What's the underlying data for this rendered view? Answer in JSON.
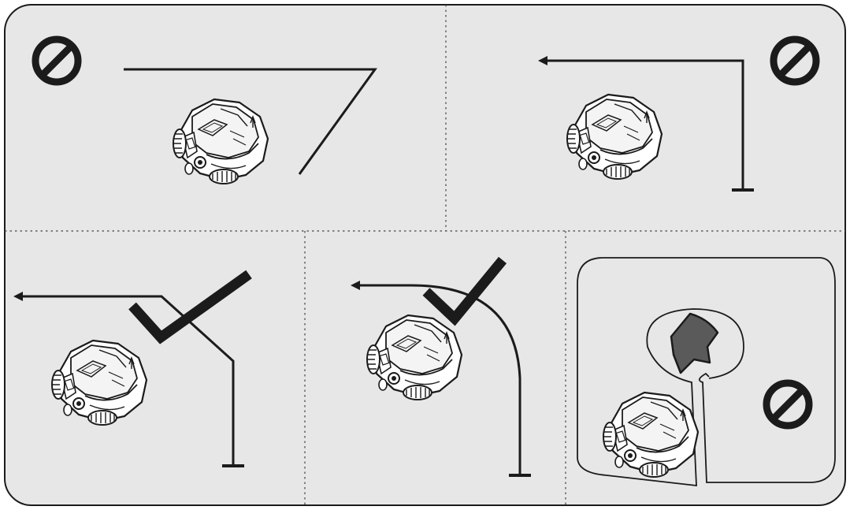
{
  "colors": {
    "page_background": "#ffffff",
    "panel_fill": "#e7e7e8",
    "ink": "#1b1b1b",
    "obstacle_fill": "#5a5a5a",
    "divider": "#444444"
  },
  "icons": {
    "prohibited": "prohibited-icon",
    "allowed": "checkmark-icon",
    "mower": "robotic-mower-icon",
    "path_start": "arrowhead-icon",
    "path_end": "path-end-bar-icon"
  },
  "panels": [
    {
      "id": "acute-corner",
      "verdict": "not-allowed",
      "boundary_shape": "acute angle corner"
    },
    {
      "id": "right-angle-corner",
      "verdict": "not-allowed",
      "boundary_shape": "right angle corner"
    },
    {
      "id": "chamfered-corner",
      "verdict": "allowed",
      "boundary_shape": "chamfered corner"
    },
    {
      "id": "rounded-corner",
      "verdict": "allowed",
      "boundary_shape": "rounded corner"
    },
    {
      "id": "narrow-passage-island",
      "verdict": "not-allowed",
      "boundary_shape": "island reached by narrow passage"
    }
  ]
}
